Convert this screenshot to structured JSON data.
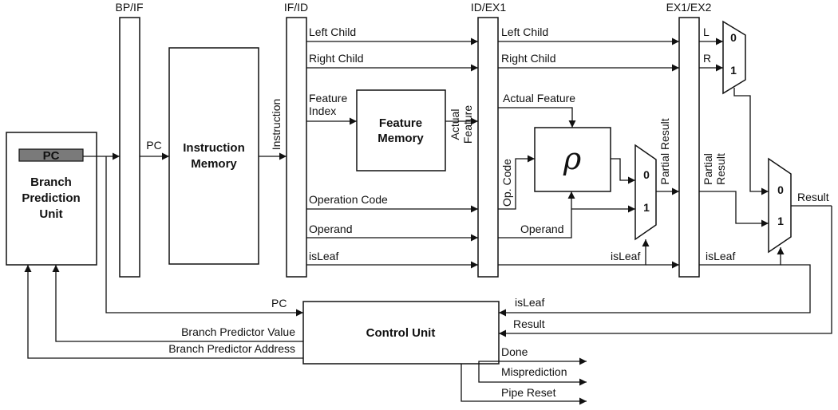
{
  "stages": {
    "bp_if": "BP/IF",
    "if_id": "IF/ID",
    "id_ex1": "ID/EX1",
    "ex1_ex2": "EX1/EX2"
  },
  "blocks": {
    "bpu_pc": "PC",
    "bpu_l1": "Branch",
    "bpu_l2": "Prediction",
    "bpu_l3": "Unit",
    "imem_l1": "Instruction",
    "imem_l2": "Memory",
    "fmem_l1": "Feature",
    "fmem_l2": "Memory",
    "rho": "ρ",
    "control_unit": "Control Unit"
  },
  "signals": {
    "pc": "PC",
    "instruction": "Instruction",
    "left_child": "Left Child",
    "right_child": "Right Child",
    "feature_index_1": "Feature",
    "feature_index_2": "Index",
    "actual_feature_v1": "Actual",
    "actual_feature_v2": "Feature",
    "actual_feature": "Actual Feature",
    "operation_code": "Operation Code",
    "op_code": "Op. Code",
    "operand": "Operand",
    "isleaf": "isLeaf",
    "partial_result": "Partial Result",
    "partial_result_1": "Partial",
    "partial_result_2": "Result",
    "result": "Result",
    "l": "L",
    "r": "R",
    "bp_value": "Branch Predictor Value",
    "bp_address": "Branch Predictor Address",
    "done": "Done",
    "misprediction": "Misprediction",
    "pipe_reset": "Pipe Reset"
  },
  "mux": {
    "zero": "0",
    "one": "1"
  }
}
